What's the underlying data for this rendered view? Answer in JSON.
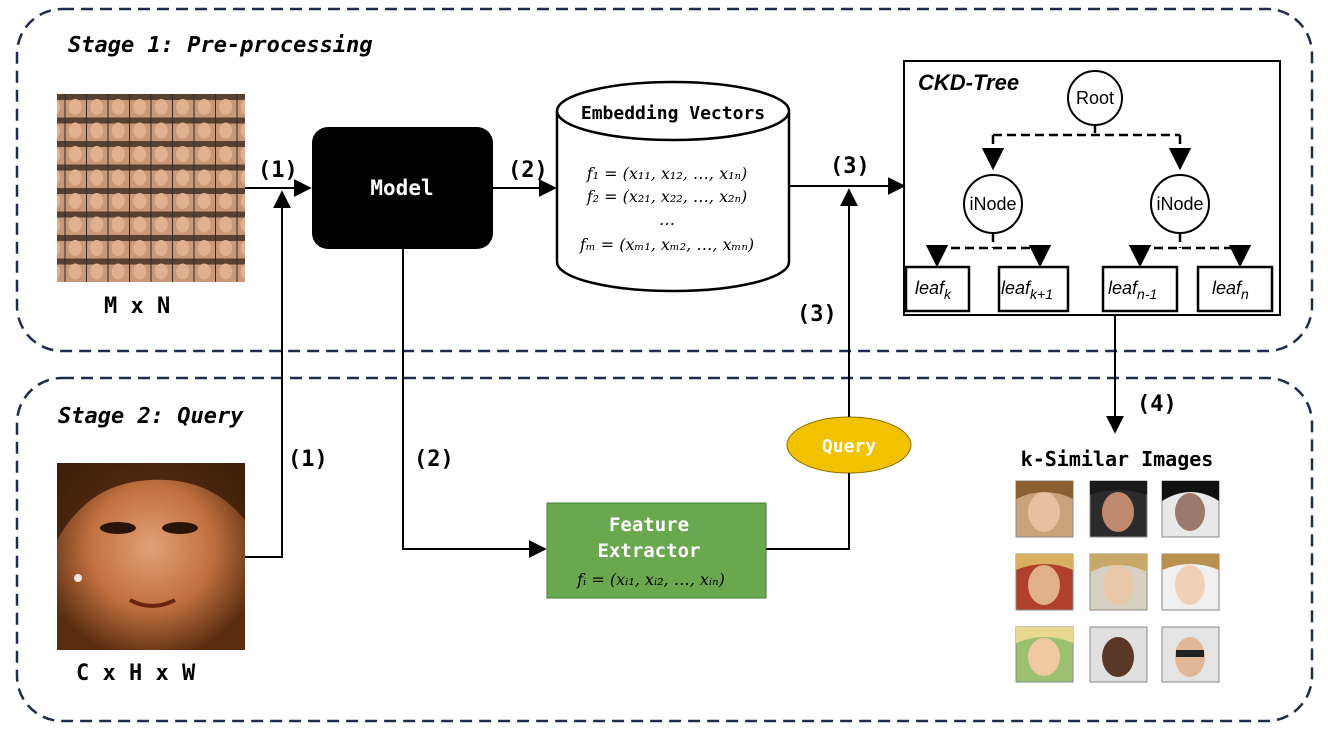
{
  "stage1": {
    "title": "Stage 1: Pre-processing",
    "dataset_label": "M x N",
    "model_label": "Model",
    "database_title": "Embedding Vectors",
    "formulas": [
      "f₁ = (x₁₁, x₁₂, …, x₁ₙ)",
      "f₂ = (x₂₁, x₂₂, …, x₂ₙ)",
      "…",
      "fₘ = (xₘ₁, xₘ₂, …, xₘₙ)"
    ],
    "tree": {
      "title": "CKD-Tree",
      "root": "Root",
      "inodes": [
        "iNode",
        "iNode"
      ],
      "leaves": [
        {
          "base": "leaf",
          "sub": "k"
        },
        {
          "base": "leaf",
          "sub": "k+1"
        },
        {
          "base": "leaf",
          "sub": "n-1"
        },
        {
          "base": "leaf",
          "sub": "n"
        }
      ]
    }
  },
  "stage2": {
    "title": "Stage 2: Query",
    "image_label": "C x H x W",
    "query_label": "Query",
    "extractor_line1": "Feature",
    "extractor_line2": "Extractor",
    "extractor_formula": "fᵢ = (xᵢ₁, xᵢ₂, …, xᵢₙ)",
    "results_title": "k-Similar Images"
  },
  "steps": {
    "s1a": "(1)",
    "s2a": "(2)",
    "s3a": "(3)",
    "s1b": "(1)",
    "s2b": "(2)",
    "s3b": "(3)",
    "s4": "(4)"
  },
  "colors": {
    "stage_border": "#1f2d4a",
    "model_fill": "#000000",
    "extractor_fill": "#6aa84f",
    "query_fill": "#f2c100"
  }
}
